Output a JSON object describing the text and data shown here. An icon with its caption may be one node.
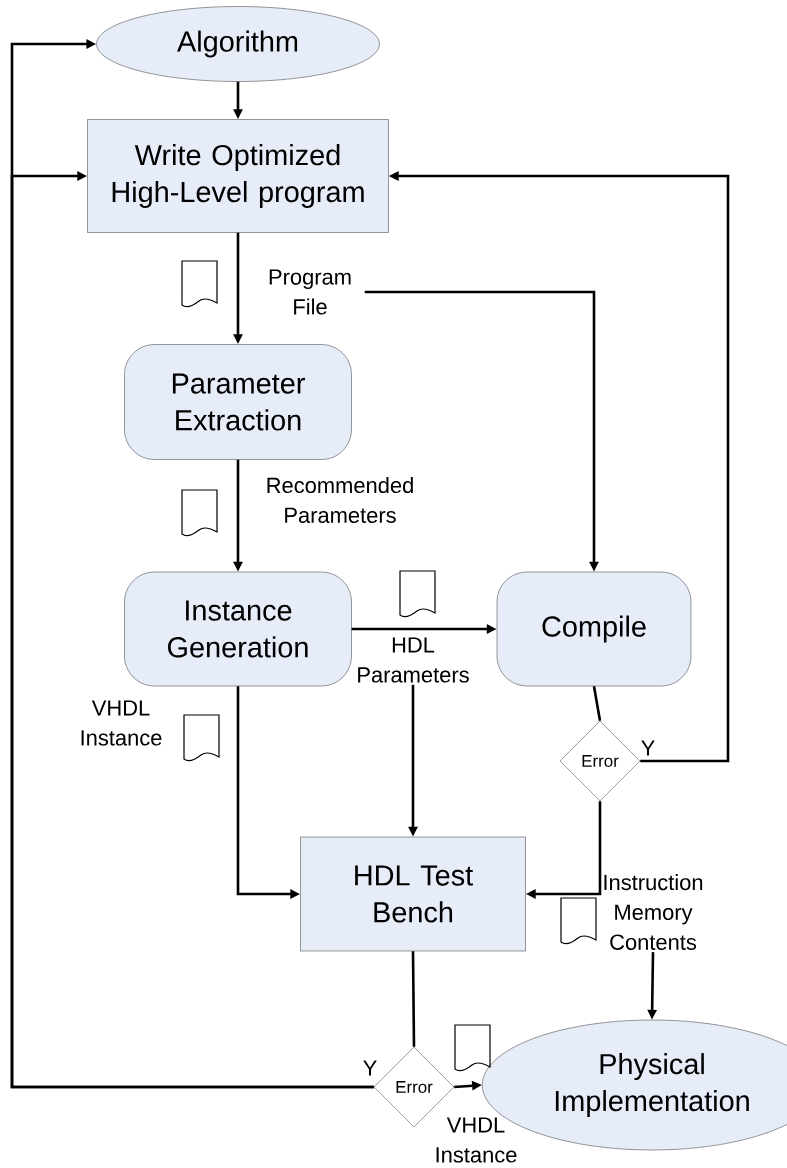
{
  "diagram": {
    "nodes": [
      {
        "text": [
          "Algorithm"
        ]
      },
      {
        "text": [
          "Write Optimized High-Level program"
        ]
      },
      {
        "text": [
          "Program File"
        ]
      },
      {
        "text": [
          "Parameter Extraction"
        ]
      },
      {
        "text": [
          "Instance Generation"
        ]
      },
      {
        "text": [
          "Compile"
        ]
      },
      {
        "text": [
          "HDL Parameters"
        ]
      },
      {
        "text": [
          "Error"
        ]
      },
      {
        "text": [
          "HDL Test Bench"
        ]
      },
      {
        "text": [
          "Instruction Memory Contents"
        ]
      },
      {
        "text": [
          "Error"
        ]
      },
      {
        "text": [
          "Physical Implementation"
        ]
      }
    ],
    "edges": [
      {
        "from": 0,
        "to": 1,
        "arrow": "to"
      },
      {
        "from": 1,
        "to": 3,
        "arrow": "to"
      },
      {
        "from": 2,
        "to": 5,
        "arrow": "to"
      },
      {
        "from": 3,
        "to": 4,
        "arrow": "to",
        "label": "Recommended Parameters"
      },
      {
        "from": 4,
        "to": 5,
        "arrow": "to"
      },
      {
        "from": 6,
        "to": 8,
        "arrow": "to"
      },
      {
        "from": 4,
        "to": 8,
        "arrow": "to",
        "label": "VHDL Instance"
      },
      {
        "from": 5,
        "to": 7,
        "arrow": "none"
      },
      {
        "from": 7,
        "to": 1,
        "arrow": "to",
        "label": "Y"
      },
      {
        "from": 7,
        "to": 8,
        "arrow": "to"
      },
      {
        "from": 8,
        "to": 10,
        "arrow": "none"
      },
      {
        "from": 10,
        "to": 11,
        "arrow": "to",
        "label": "VHDL Instance"
      },
      {
        "from": 10,
        "to": 0,
        "arrow": "to",
        "label": "Y"
      },
      {
        "from": 10,
        "to": 1,
        "arrow": "to"
      },
      {
        "from": 9,
        "to": 11,
        "arrow": "to"
      }
    ]
  }
}
